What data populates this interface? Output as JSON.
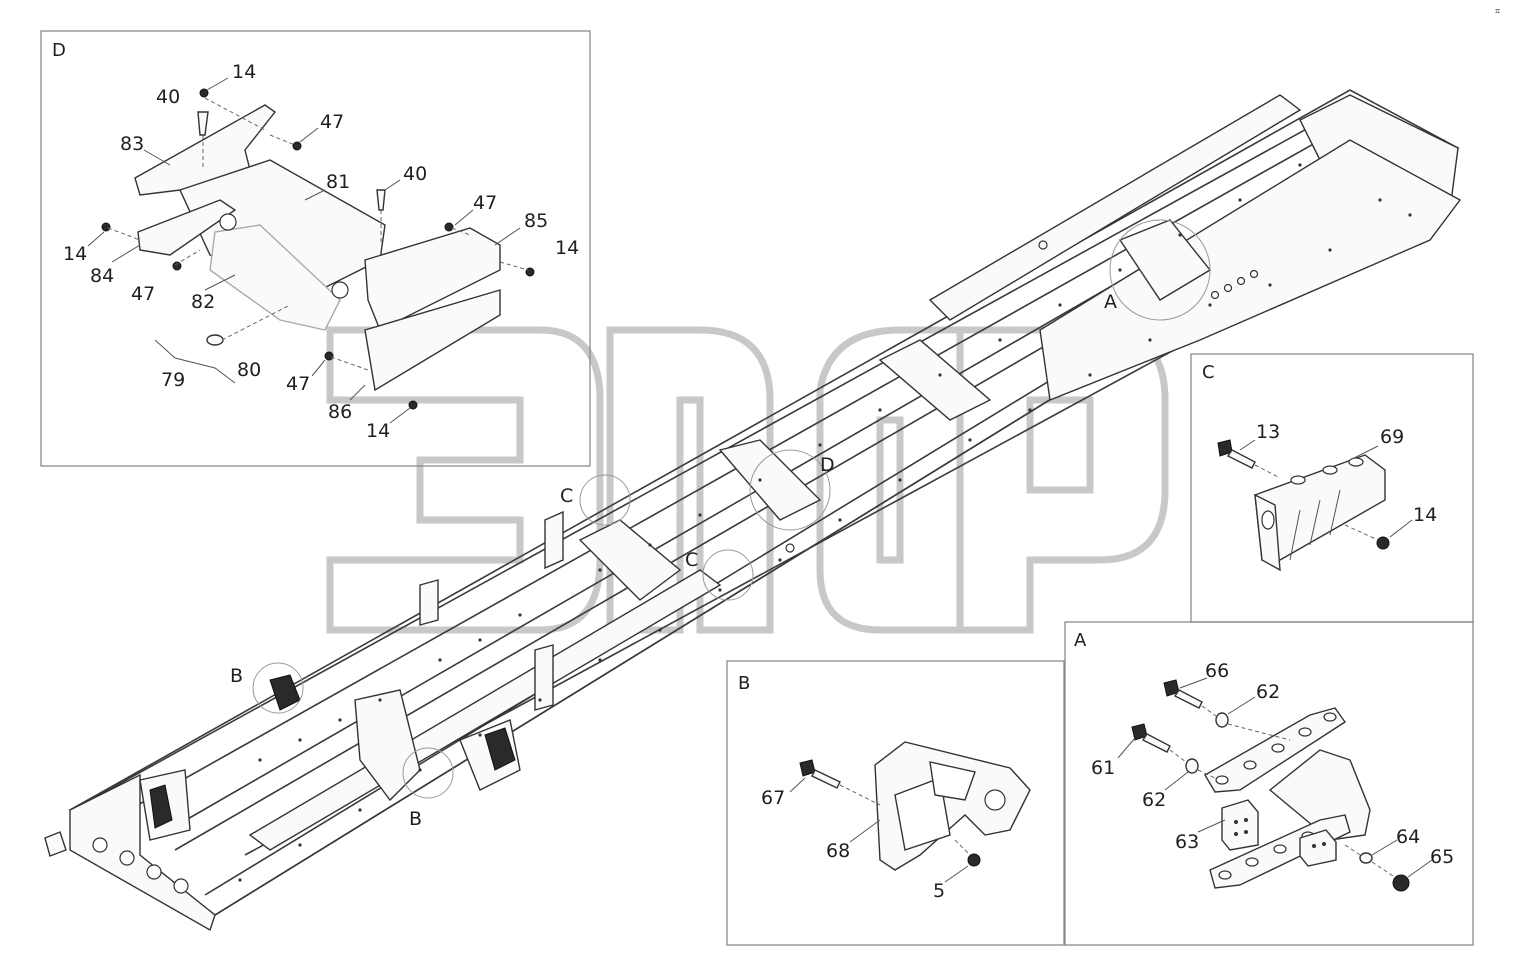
{
  "detail_frames": [
    {
      "id": "D",
      "title": "D"
    },
    {
      "id": "C",
      "title": "C"
    },
    {
      "id": "B",
      "title": "B"
    },
    {
      "id": "A",
      "title": "A"
    }
  ],
  "callout_markers": [
    "A",
    "B",
    "B",
    "C",
    "C",
    "D"
  ],
  "watermark": {
    "trademark": "TM"
  },
  "labels": {
    "d": [
      "14",
      "40",
      "47",
      "83",
      "81",
      "40",
      "47",
      "85",
      "14",
      "14",
      "84",
      "47",
      "82",
      "80",
      "79",
      "47",
      "86",
      "14"
    ],
    "c": [
      "13",
      "69",
      "14"
    ],
    "b": [
      "67",
      "68",
      "5"
    ],
    "a": [
      "66",
      "62",
      "61",
      "62",
      "63",
      "64",
      "65"
    ]
  },
  "corner_mark": "⌗"
}
